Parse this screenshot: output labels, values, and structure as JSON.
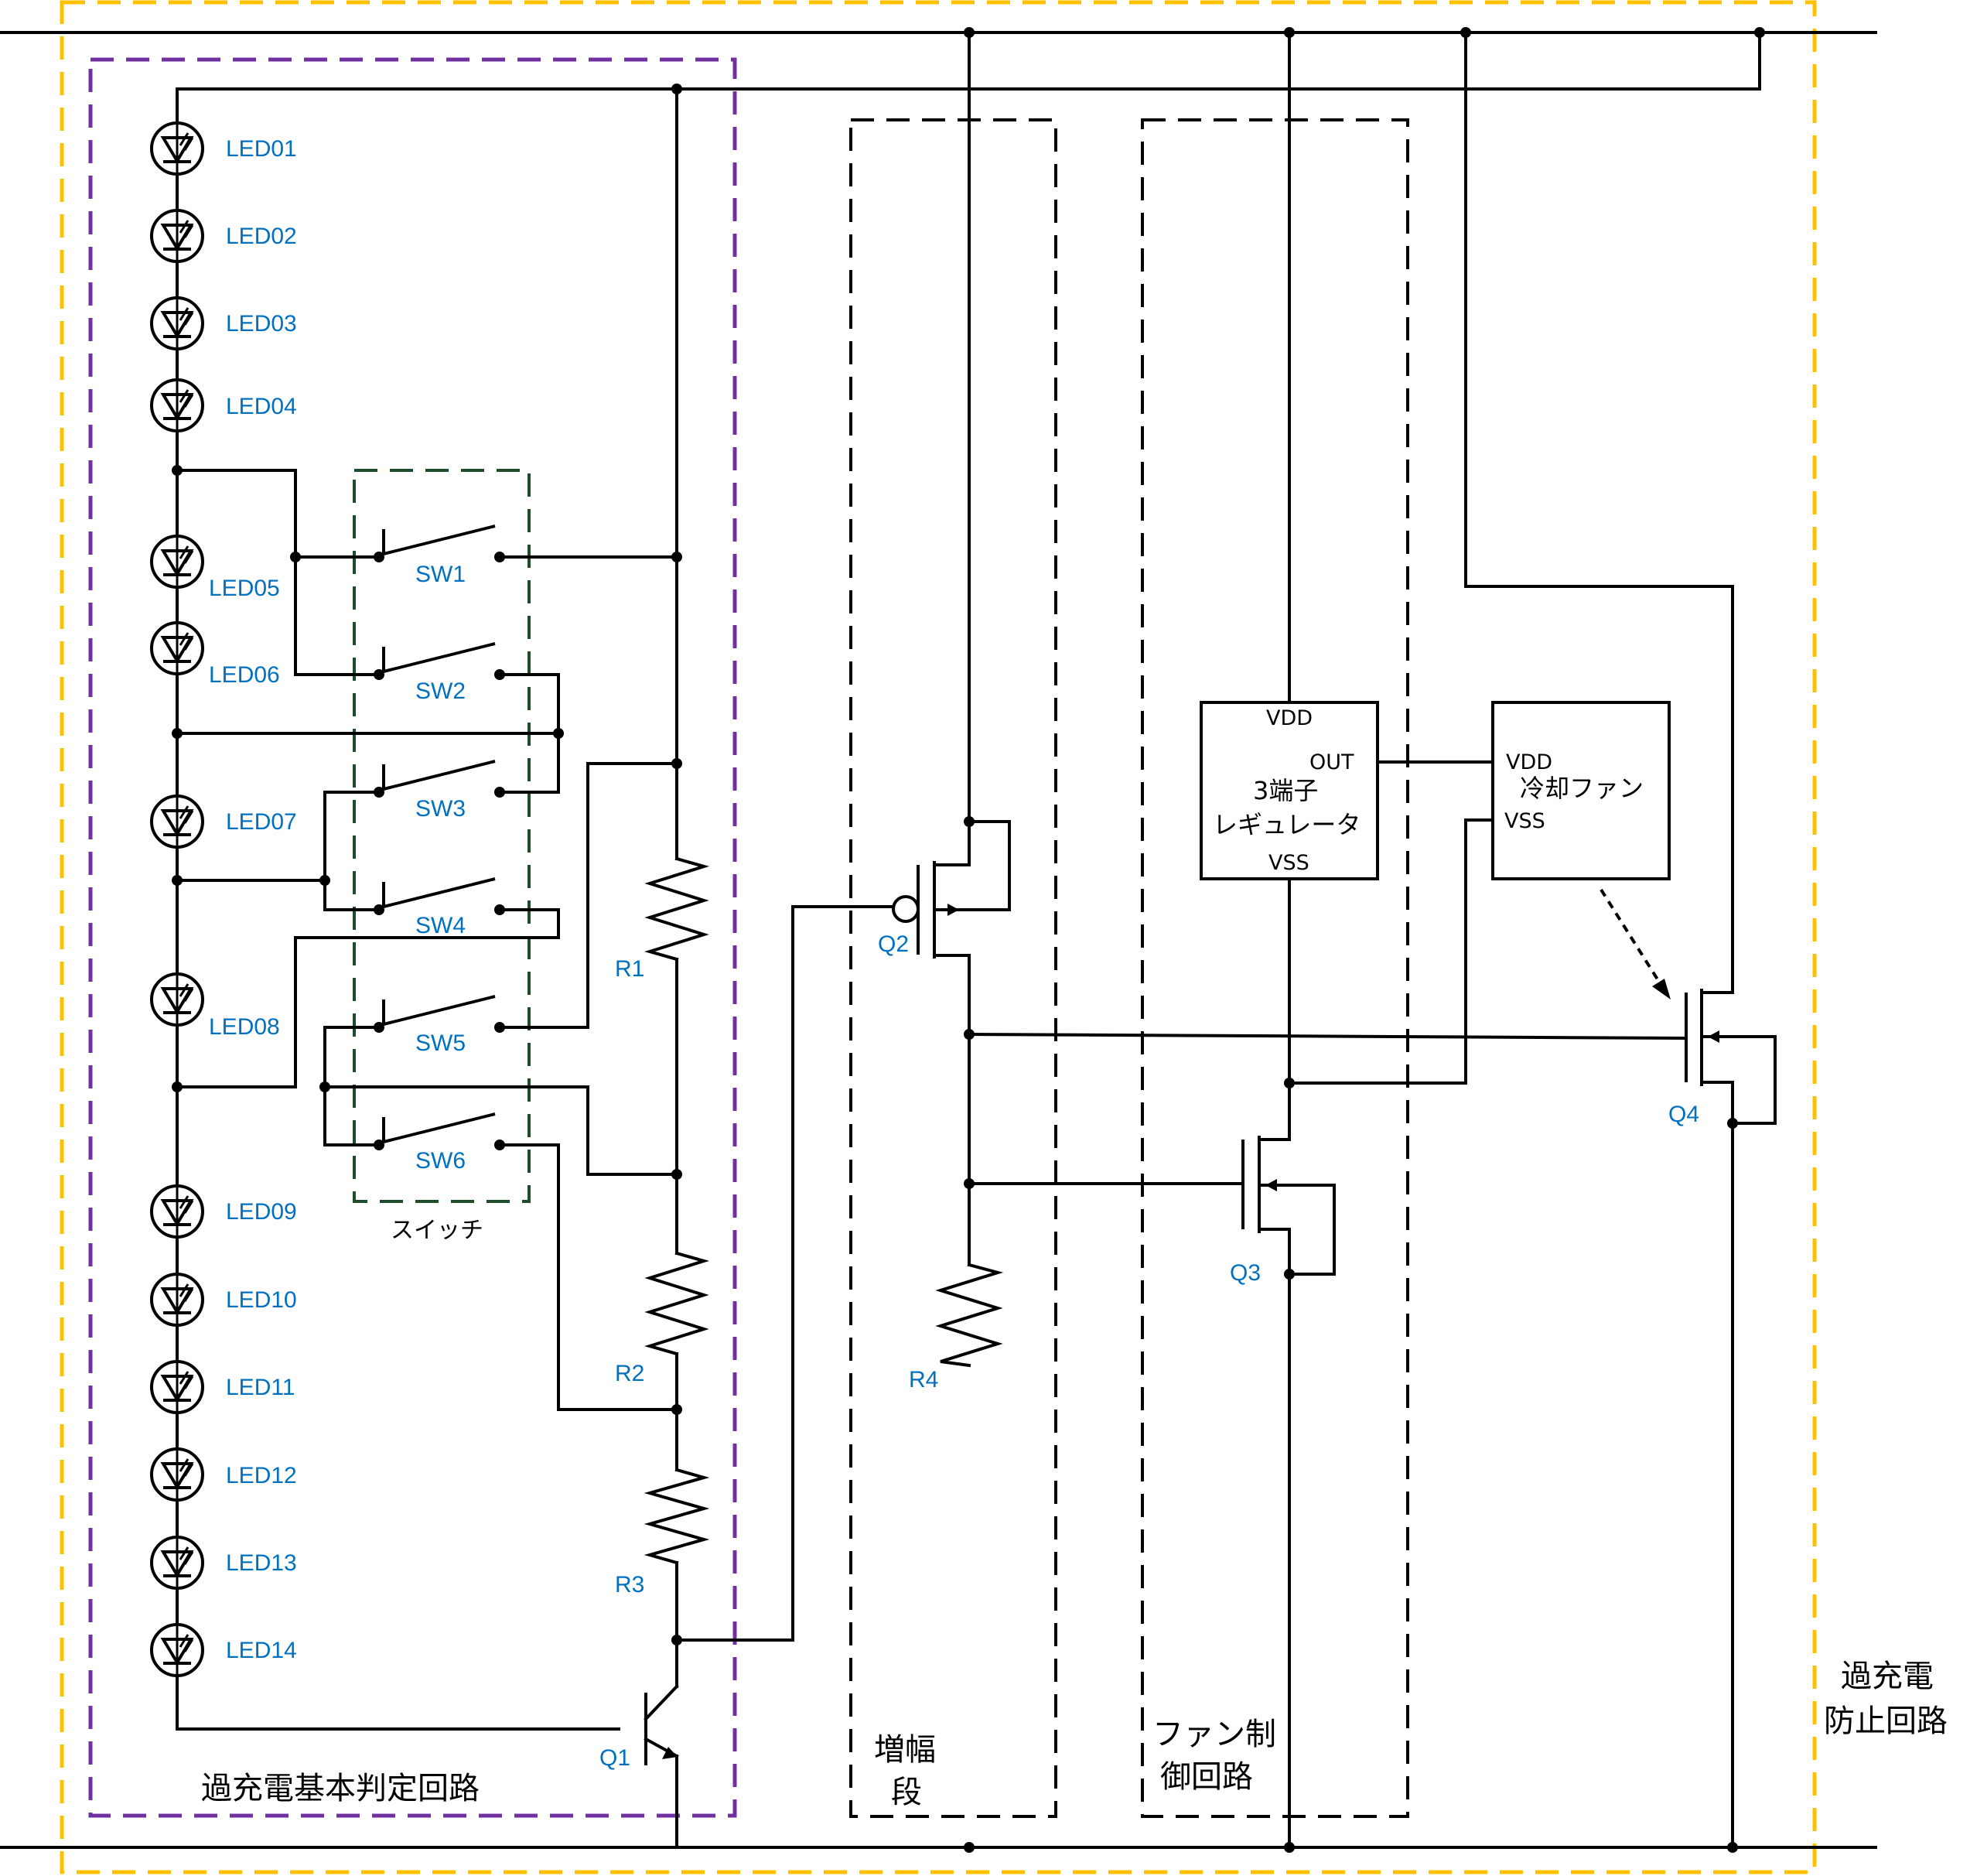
{
  "leds": [
    "LED01",
    "LED02",
    "LED03",
    "LED04",
    "LED05",
    "LED06",
    "LED07",
    "LED08",
    "LED09",
    "LED10",
    "LED11",
    "LED12",
    "LED13",
    "LED14"
  ],
  "switches": [
    "SW1",
    "SW2",
    "SW3",
    "SW4",
    "SW5",
    "SW6"
  ],
  "switch_group_label": "スイッチ",
  "resistors": [
    "R1",
    "R2",
    "R3",
    "R4"
  ],
  "transistors": [
    "Q1",
    "Q2",
    "Q3",
    "Q4"
  ],
  "regulator": {
    "vdd": "VDD",
    "out": "OUT",
    "vss": "VSS",
    "name_line1": "3端子",
    "name_line2": "レギュレータ"
  },
  "fan": {
    "vdd": "VDD",
    "vss": "VSS",
    "name": "冷却ファン"
  },
  "blocks": {
    "judgment": "過充電基本判定回路",
    "amplifier_line1": "増幅",
    "amplifier_line2": "段",
    "fan_control_line1": "ファン制",
    "fan_control_line2": "御回路",
    "protection_line1": "過充電",
    "protection_line2": "防止回路"
  },
  "colors": {
    "wire": "#000000",
    "label": "#0070C0",
    "protection_box": "#FFC000",
    "judgment_box": "#7030A0",
    "switch_box": "#1E4D2B",
    "sub_box": "#000000"
  }
}
